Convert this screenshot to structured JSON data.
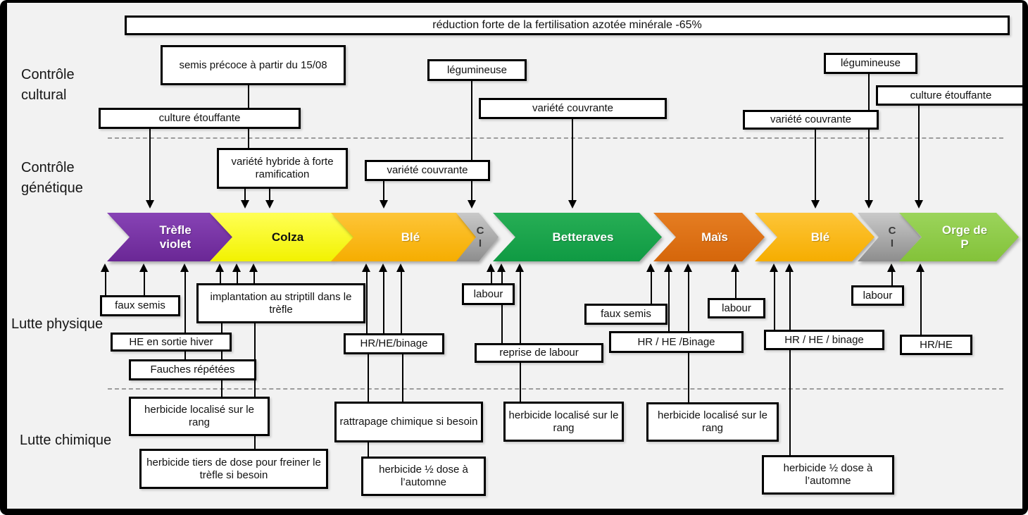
{
  "title_banner": "réduction forte de la fertilisation azotée minérale -65%",
  "row_labels": [
    "Contrôle cultural",
    "Contrôle génétique",
    "Lutte physique",
    "Lutte chimique"
  ],
  "crops": [
    {
      "label": "Trèfle violet",
      "color": "#7030A0"
    },
    {
      "label": "Colza",
      "color": "#FFFF00"
    },
    {
      "label": "Blé",
      "color": "#FBB612"
    },
    {
      "label": "C I",
      "color": "#A8A8A8"
    },
    {
      "label": "Betteraves",
      "color": "#18A24B"
    },
    {
      "label": "Maïs",
      "color": "#DE7113"
    },
    {
      "label": "Blé",
      "color": "#FBB612"
    },
    {
      "label": "C I",
      "color": "#A8A8A8"
    },
    {
      "label": "Orge de P",
      "color": "#8DC63F"
    }
  ],
  "cultural": {
    "semis_precoce": "semis précoce à partir du 15/08",
    "culture_etouffante_left": "culture étouffante",
    "variete_hybride": "variété hybride à forte ramification",
    "variete_couvrante_ble1": "variété couvrante",
    "legumineuse_ci1": "légumineuse",
    "variete_couvrante_betteraves": "variété couvrante",
    "variete_couvrante_ble2": "variété couvrante",
    "legumineuse_ci2": "légumineuse",
    "culture_etouffante_right": "culture étouffante"
  },
  "physical": {
    "faux_semis_trefle": "faux semis",
    "implantation": "implantation au striptill dans le trèfle",
    "he_sortie_hiver": "HE en sortie hiver",
    "fauches_repetees": "Fauches répétées",
    "hr_he_binage_ble1": "HR/HE/binage",
    "labour_ci1": "labour",
    "reprise_labour": "reprise de labour",
    "faux_semis_mais": "faux semis",
    "hr_he_binage_mais": "HR / HE /Binage",
    "labour_mais": "labour",
    "hr_he_binage_ble2": "HR / HE / binage",
    "labour_ci2": "labour",
    "hr_he_orge": "HR/HE"
  },
  "chemical": {
    "herbicide_localise_trefle": "herbicide localisé sur le rang",
    "herbicide_tiers_dose": "herbicide tiers de dose pour freiner le trèfle si besoin",
    "rattrapage": "rattrapage chimique si besoin",
    "herbicide_demi_dose_ble1": "herbicide ½ dose à l’automne",
    "herbicide_localise_betteraves": "herbicide localisé sur le rang",
    "herbicide_localise_mais": "herbicide localisé sur le rang",
    "herbicide_demi_dose_ble2": "herbicide ½ dose à l’automne"
  }
}
